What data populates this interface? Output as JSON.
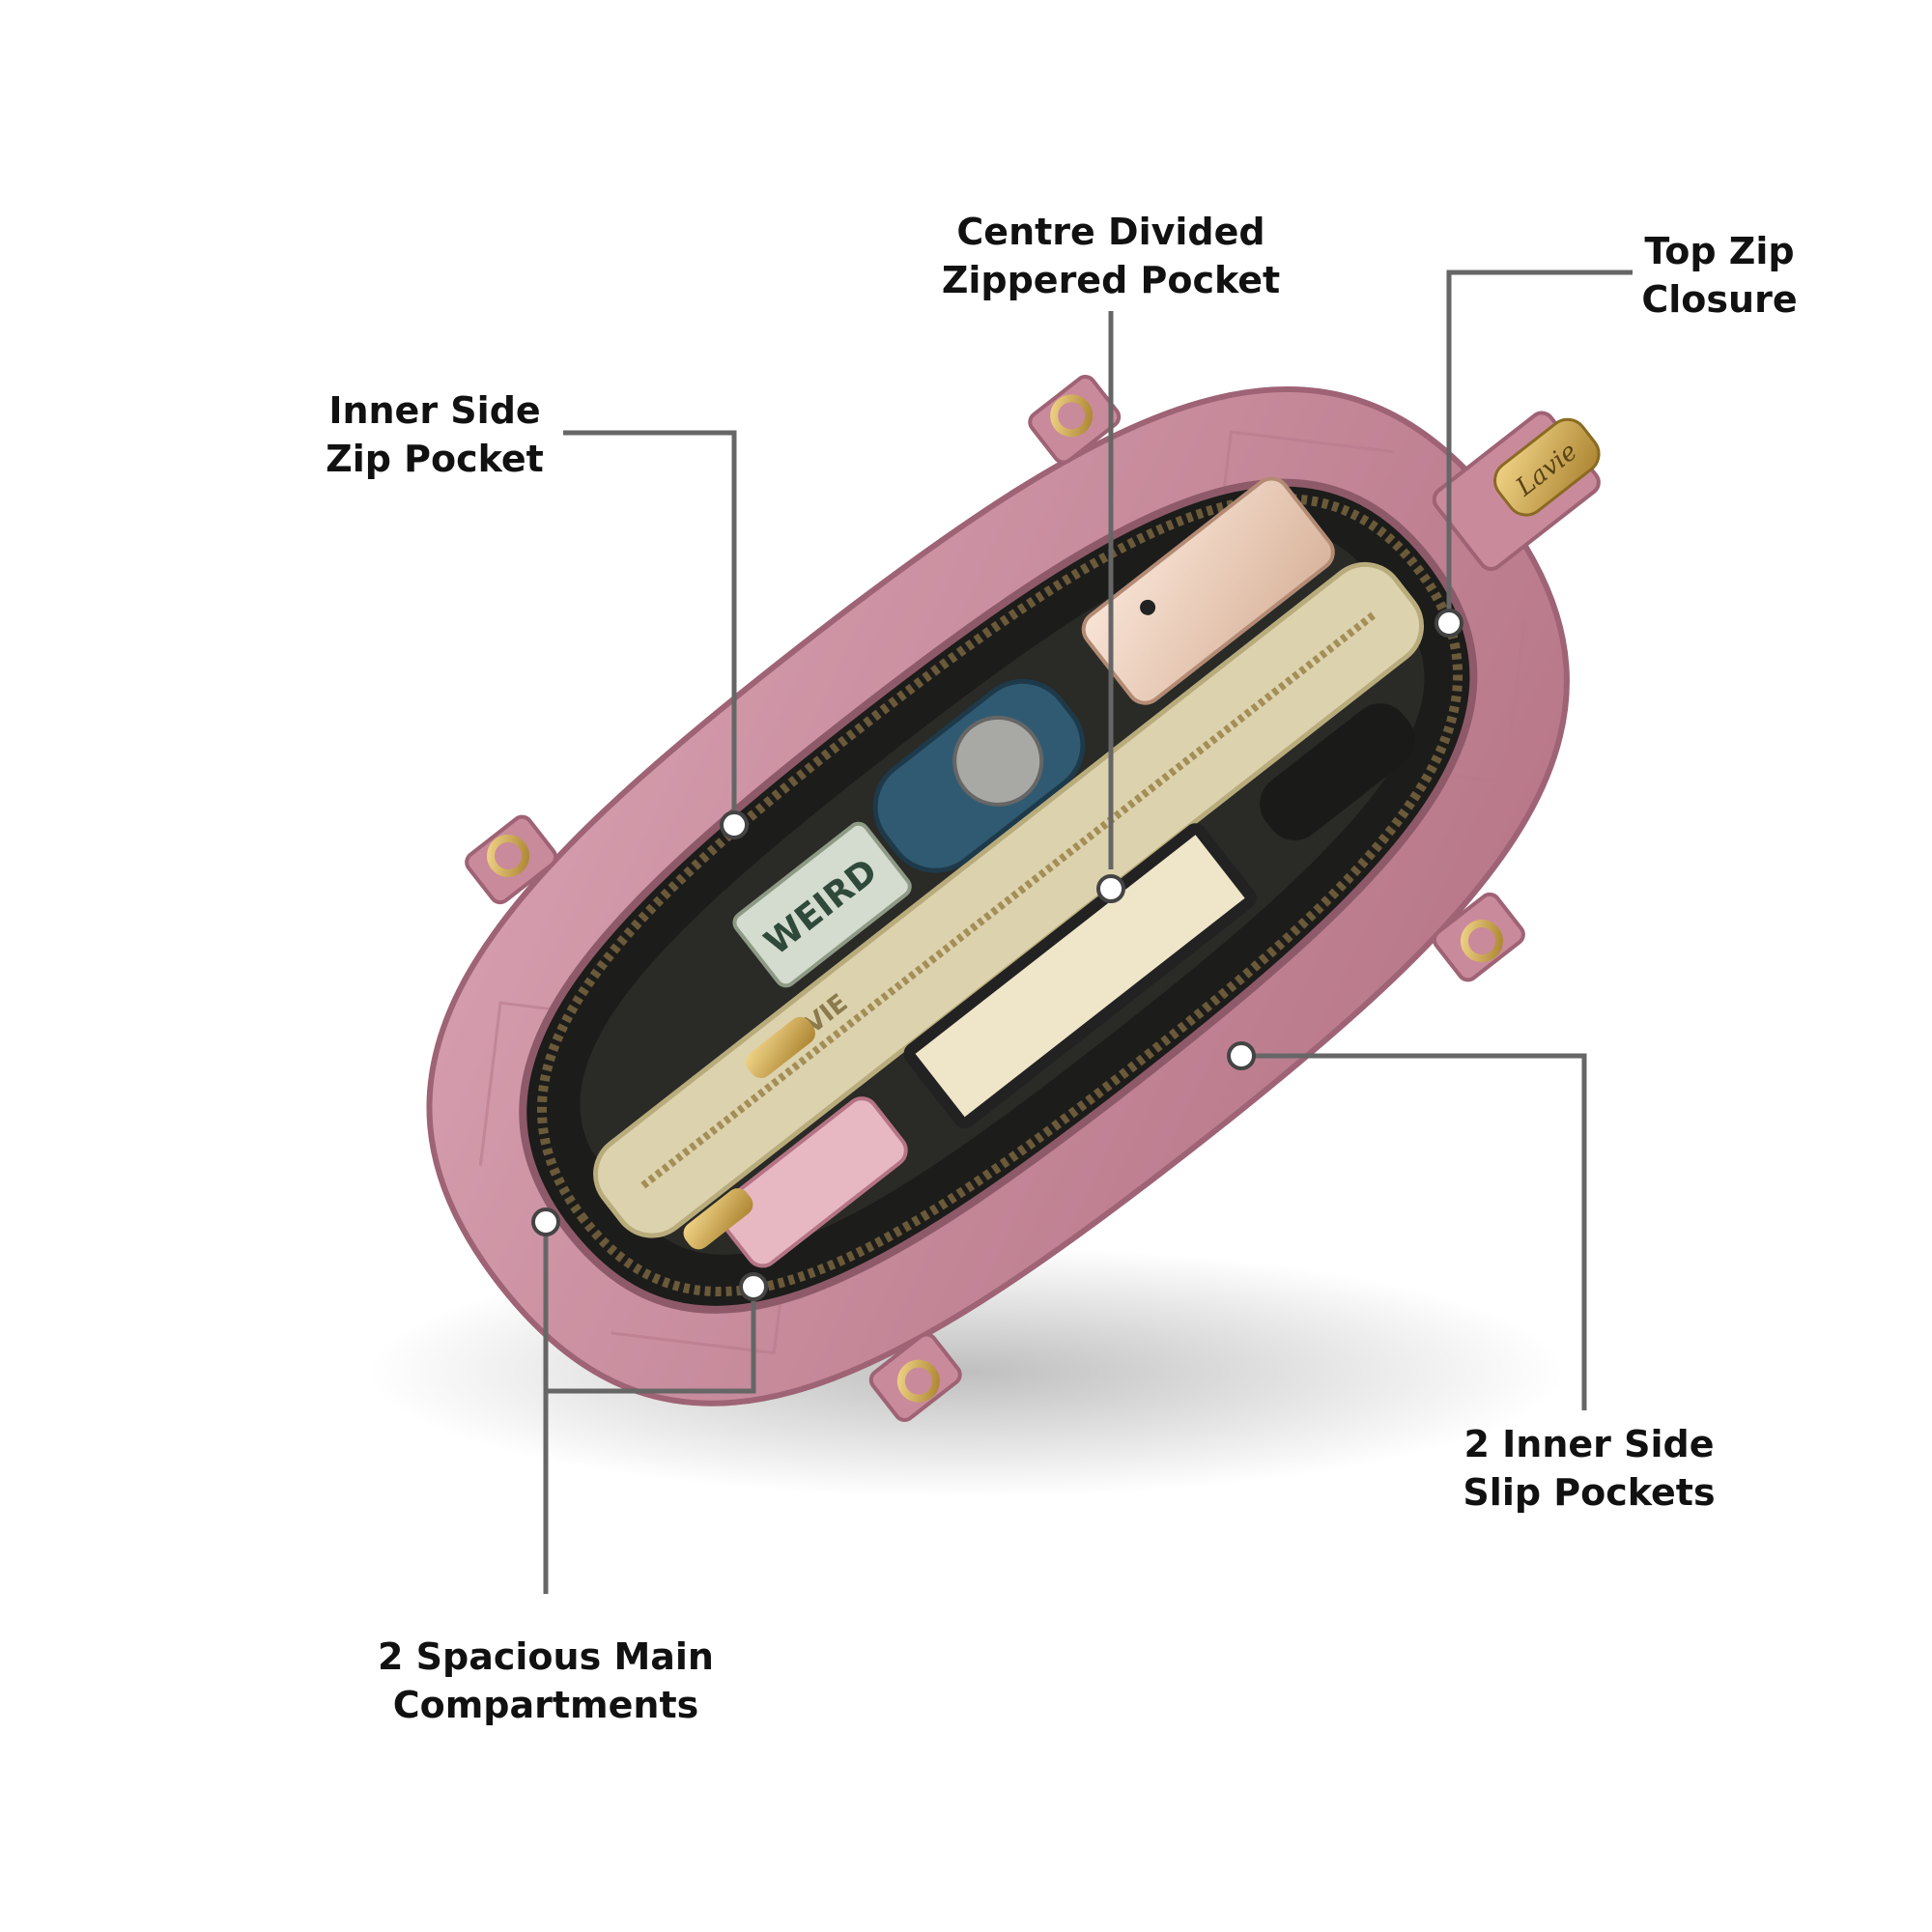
{
  "callouts": {
    "centre_divided": {
      "line1": "Centre Divided",
      "line2": "Zippered Pocket"
    },
    "top_zip": {
      "line1": "Top Zip",
      "line2": "Closure"
    },
    "inner_side_zip": {
      "line1": "Inner Side",
      "line2": "Zip Pocket"
    },
    "slip_pockets": {
      "line1": "2 Inner Side",
      "line2": "Slip Pockets"
    },
    "main_compartments": {
      "line1": "2 Spacious Main",
      "line2": "Compartments"
    }
  },
  "brand": {
    "tag": "Lavie",
    "lining_print": "LAVIE",
    "pouch_print": "WEIRD"
  },
  "colors": {
    "bag_pink": "#c98a9c",
    "bag_shadow": "#9e6374",
    "lining": "#d9cfa8",
    "leader_line": "#666666",
    "text": "#111111",
    "gold": "#c9a24a"
  }
}
